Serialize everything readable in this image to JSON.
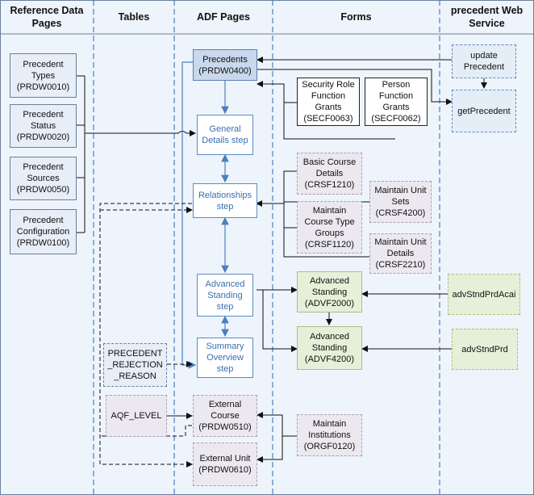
{
  "lanes": {
    "reference": "Reference Data\nPages",
    "tables": "Tables",
    "adf": "ADF Pages",
    "forms": "Forms",
    "webservice": "precedent Web\nService"
  },
  "reference_pages": [
    "Precedent\nTypes\n(PRDW0010)",
    "Precedent\nStatus\n(PRDW0020)",
    "Precedent\nSources\n(PRDW0050)",
    "Precedent\nConfiguration\n(PRDW0100)"
  ],
  "tables": {
    "rejection_reason": "PRECEDENT\n_REJECTION\n_REASON",
    "aqf_level": "AQF_LEVEL"
  },
  "adf_pages": {
    "precedents": "Precedents\n(PRDW0400)",
    "general_details": "General\nDetails step",
    "relationships": "Relationships\nstep",
    "advanced_standing": "Advanced\nStanding\nstep",
    "summary_overview": "Summary\nOverview\nstep",
    "external_course": "External\nCourse\n(PRDW0510)",
    "external_unit": "External Unit\n(PRDW0610)"
  },
  "forms": {
    "security_role": "Security Role\nFunction\nGrants\n(SECF0063)",
    "person_function": "Person\nFunction\nGrants\n(SECF0062)",
    "basic_course": "Basic Course\nDetails\n(CRSF1210)",
    "maintain_unit_sets": "Maintain Unit\nSets\n(CRSF4200)",
    "maintain_course_type": "Maintain\nCourse Type\nGroups\n(CRSF1120)",
    "maintain_unit_details": "Maintain Unit\nDetails\n(CRSF2210)",
    "adv_standing_2000": "Advanced\nStanding\n(ADVF2000)",
    "adv_standing_4200": "Advanced\nStanding\n(ADVF4200)",
    "maintain_institutions": "Maintain\nInstitutions\n(ORGF0120)"
  },
  "web_service": {
    "update_precedent": "update\nPrecedent",
    "get_precedent": "getPrecedent",
    "adv_stnd_prd_acai": "advStndPrdAcai",
    "adv_stnd_prd": "advStndPrd"
  }
}
